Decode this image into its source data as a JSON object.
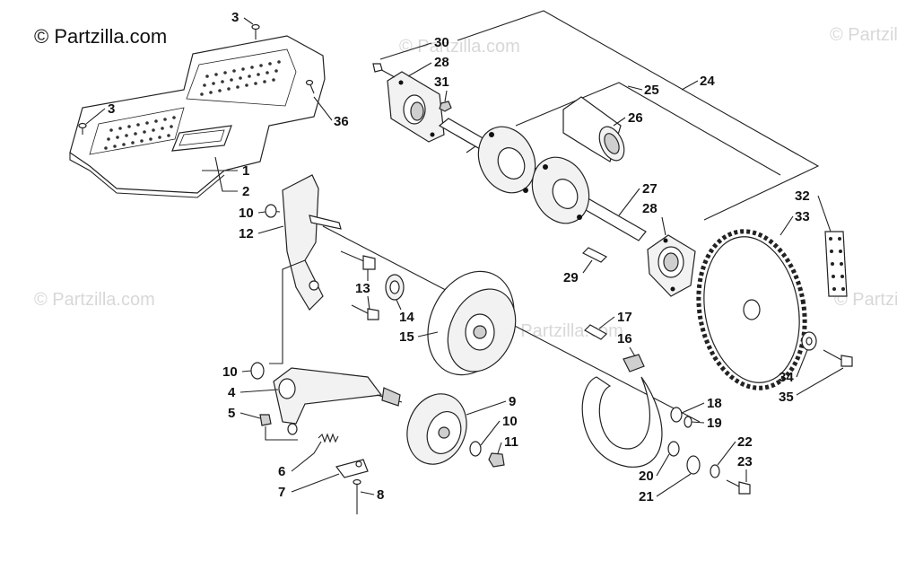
{
  "watermark": {
    "primary": "© Partzilla.com",
    "ghost": "© Partzilla.com"
  },
  "callouts": [
    "1",
    "2",
    "3",
    "3",
    "4",
    "5",
    "6",
    "7",
    "8",
    "9",
    "10",
    "10",
    "10",
    "11",
    "12",
    "13",
    "14",
    "15",
    "16",
    "17",
    "18",
    "19",
    "20",
    "21",
    "22",
    "23",
    "24",
    "25",
    "26",
    "27",
    "28",
    "28",
    "29",
    "30",
    "31",
    "32",
    "33",
    "34",
    "35",
    "36"
  ],
  "colors": {
    "line": "#222222",
    "background": "#ffffff",
    "watermark_ghost": "#d8d8d8"
  }
}
